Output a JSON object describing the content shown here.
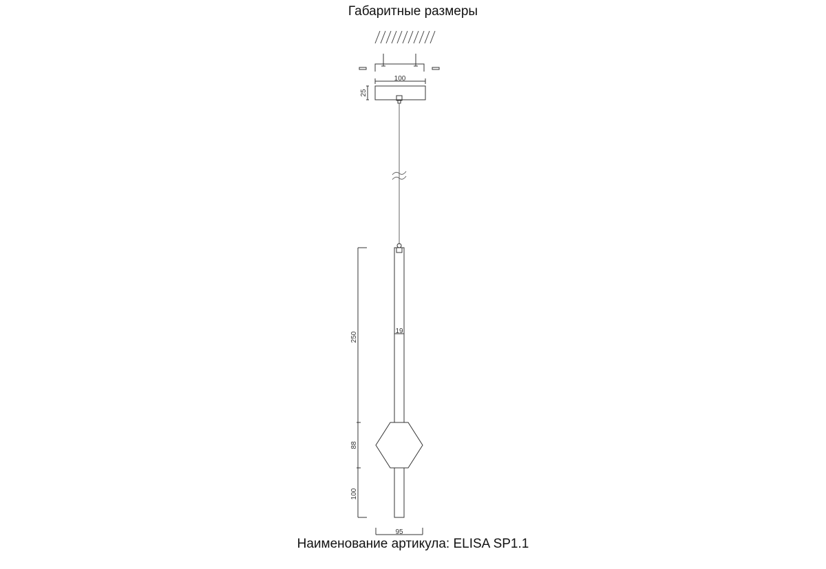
{
  "title": "Габаритные размеры",
  "caption": "Наименование артикула: ELISA SP1.1",
  "dimensions": {
    "canopy_width": "100",
    "canopy_height": "25",
    "rod_diameter": "19",
    "upper_rod_length": "250",
    "shade_height": "88",
    "lower_rod_length": "100",
    "shade_width": "95"
  }
}
